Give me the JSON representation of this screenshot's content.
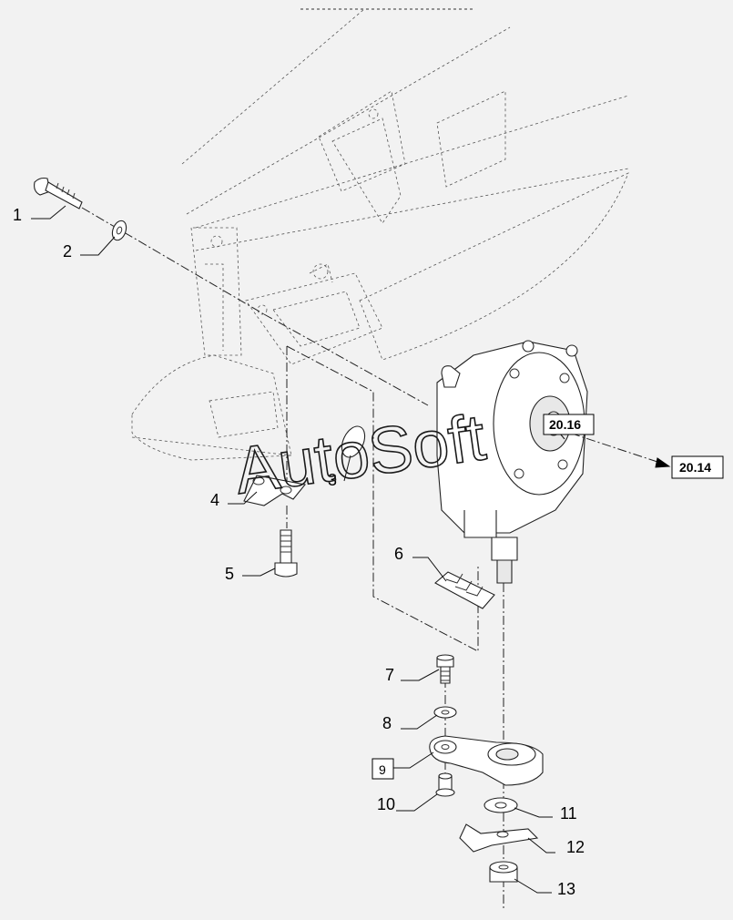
{
  "callouts": [
    {
      "id": "1",
      "label": "1"
    },
    {
      "id": "2",
      "label": "2"
    },
    {
      "id": "3",
      "label": "3"
    },
    {
      "id": "4",
      "label": "4"
    },
    {
      "id": "5",
      "label": "5"
    },
    {
      "id": "6",
      "label": "6"
    },
    {
      "id": "7",
      "label": "7"
    },
    {
      "id": "8",
      "label": "8"
    },
    {
      "id": "9",
      "label": "9"
    },
    {
      "id": "10",
      "label": "10"
    },
    {
      "id": "11",
      "label": "11"
    },
    {
      "id": "12",
      "label": "12"
    },
    {
      "id": "13",
      "label": "13"
    }
  ],
  "references": [
    {
      "id": "ref-20-16",
      "label": "20.16"
    },
    {
      "id": "ref-20-14",
      "label": "20.14"
    }
  ],
  "watermark": "AutoSoft",
  "colors": {
    "background": "#f2f2f2",
    "ink": "#222222",
    "part_fill": "#ffffff"
  }
}
